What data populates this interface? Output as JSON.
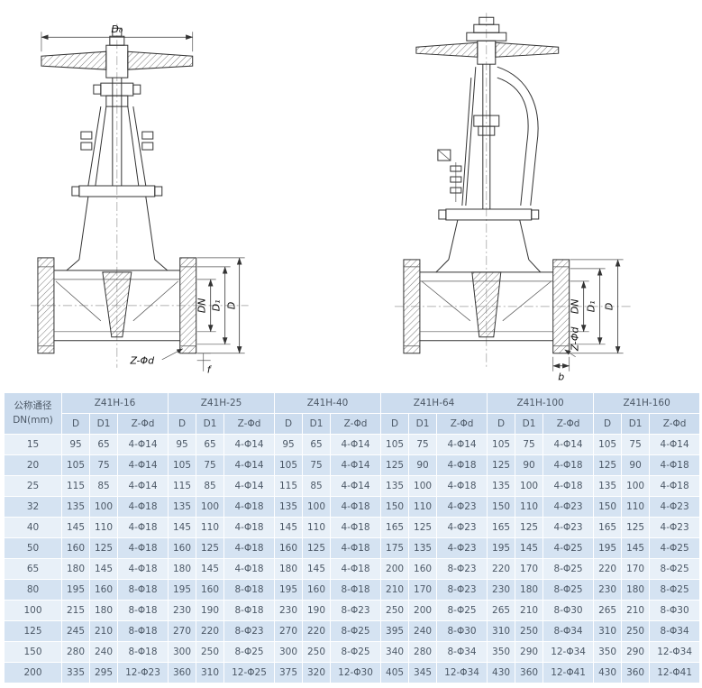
{
  "drawings": {
    "left": {
      "title": "gate-valve-front-cross-section",
      "labels": {
        "d0": "D₀",
        "dn": "DN",
        "d1": "D₁",
        "d": "D",
        "z_phi_d": "Z-Φd",
        "f": "f"
      }
    },
    "right": {
      "title": "gate-valve-side-cross-section",
      "labels": {
        "dn": "DN",
        "d1": "D₁",
        "d": "D",
        "z_phi_d": "Z-Φd",
        "b": "b"
      }
    }
  },
  "table": {
    "corner_line1": "公称通径",
    "corner_line2": "DN(mm)",
    "models": [
      "Z41H-16",
      "Z41H-25",
      "Z41H-40",
      "Z41H-64",
      "Z41H-100",
      "Z41H-160"
    ],
    "sub_headers": [
      "D",
      "D1",
      "Z-Φd"
    ],
    "rows": [
      {
        "dn": "15",
        "cells": [
          "95",
          "65",
          "4-Φ14",
          "95",
          "65",
          "4-Φ14",
          "95",
          "65",
          "4-Φ14",
          "105",
          "75",
          "4-Φ14",
          "105",
          "75",
          "4-Φ14",
          "105",
          "75",
          "4-Φ14"
        ]
      },
      {
        "dn": "20",
        "cells": [
          "105",
          "75",
          "4-Φ14",
          "105",
          "75",
          "4-Φ14",
          "105",
          "75",
          "4-Φ14",
          "125",
          "90",
          "4-Φ18",
          "125",
          "90",
          "4-Φ18",
          "125",
          "90",
          "4-Φ18"
        ]
      },
      {
        "dn": "25",
        "cells": [
          "115",
          "85",
          "4-Φ14",
          "115",
          "85",
          "4-Φ14",
          "115",
          "85",
          "4-Φ14",
          "135",
          "100",
          "4-Φ18",
          "135",
          "100",
          "4-Φ18",
          "135",
          "100",
          "4-Φ18"
        ]
      },
      {
        "dn": "32",
        "cells": [
          "135",
          "100",
          "4-Φ18",
          "135",
          "100",
          "4-Φ18",
          "135",
          "100",
          "4-Φ18",
          "150",
          "110",
          "4-Φ23",
          "150",
          "110",
          "4-Φ23",
          "150",
          "110",
          "4-Φ23"
        ]
      },
      {
        "dn": "40",
        "cells": [
          "145",
          "110",
          "4-Φ18",
          "145",
          "110",
          "4-Φ18",
          "145",
          "110",
          "4-Φ18",
          "165",
          "125",
          "4-Φ23",
          "165",
          "125",
          "4-Φ23",
          "165",
          "125",
          "4-Φ23"
        ]
      },
      {
        "dn": "50",
        "cells": [
          "160",
          "125",
          "4-Φ18",
          "160",
          "125",
          "4-Φ18",
          "160",
          "125",
          "4-Φ18",
          "175",
          "135",
          "4-Φ23",
          "195",
          "145",
          "4-Φ25",
          "195",
          "145",
          "4-Φ25"
        ]
      },
      {
        "dn": "65",
        "cells": [
          "180",
          "145",
          "4-Φ18",
          "180",
          "145",
          "4-Φ18",
          "180",
          "145",
          "4-Φ18",
          "200",
          "160",
          "8-Φ23",
          "220",
          "170",
          "8-Φ25",
          "220",
          "170",
          "8-Φ25"
        ]
      },
      {
        "dn": "80",
        "cells": [
          "195",
          "160",
          "8-Φ18",
          "195",
          "160",
          "8-Φ18",
          "195",
          "160",
          "8-Φ18",
          "210",
          "170",
          "8-Φ23",
          "230",
          "180",
          "8-Φ25",
          "230",
          "180",
          "8-Φ25"
        ]
      },
      {
        "dn": "100",
        "cells": [
          "215",
          "180",
          "8-Φ18",
          "230",
          "190",
          "8-Φ18",
          "230",
          "190",
          "8-Φ23",
          "250",
          "200",
          "8-Φ25",
          "265",
          "210",
          "8-Φ30",
          "265",
          "210",
          "8-Φ30"
        ]
      },
      {
        "dn": "125",
        "cells": [
          "245",
          "210",
          "8-Φ18",
          "270",
          "220",
          "8-Φ23",
          "270",
          "220",
          "8-Φ25",
          "395",
          "240",
          "8-Φ30",
          "310",
          "250",
          "8-Φ34",
          "310",
          "250",
          "8-Φ34"
        ]
      },
      {
        "dn": "150",
        "cells": [
          "280",
          "240",
          "8-Φ18",
          "300",
          "250",
          "8-Φ25",
          "300",
          "250",
          "8-Φ25",
          "340",
          "280",
          "8-Φ34",
          "350",
          "290",
          "12-Φ34",
          "350",
          "290",
          "12-Φ34"
        ]
      },
      {
        "dn": "200",
        "cells": [
          "335",
          "295",
          "12-Φ23",
          "360",
          "310",
          "12-Φ25",
          "375",
          "320",
          "12-Φ30",
          "405",
          "345",
          "12-Φ34",
          "430",
          "360",
          "12-Φ41",
          "430",
          "360",
          "12-Φ41"
        ]
      }
    ],
    "colors": {
      "header_bg": "#ccdcee",
      "row_odd": "#e8f0f8",
      "row_even": "#d5e3f2",
      "border": "#ffffff",
      "text": "#4c5866"
    }
  }
}
